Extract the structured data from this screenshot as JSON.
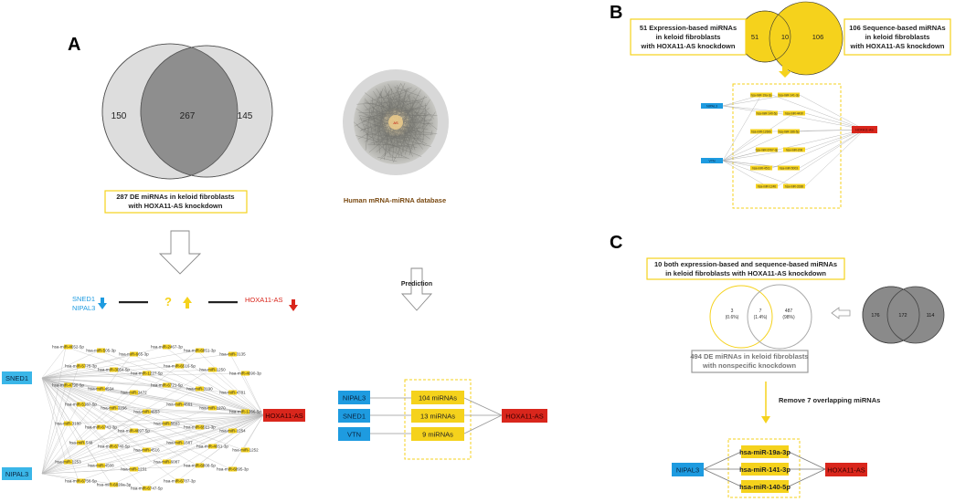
{
  "panels": {
    "a": "A",
    "b": "B",
    "c": "C"
  },
  "colors": {
    "yellow": "#f5d21c",
    "blue": "#1e9be0",
    "red": "#d9261c",
    "gray_light": "#dddddd",
    "gray_dark": "#8a8a8a"
  },
  "panel_a": {
    "venn": {
      "left": "150",
      "overlap": "267",
      "right": "145"
    },
    "de_caption_1": "287 DE miRNAs in keloid fibroblasts",
    "de_caption_2": "with HOXA11-AS knockdown",
    "db_caption": "Human mRNA-miRNA database",
    "db_center_label": "AS",
    "prediction_label": "Prediction",
    "relation": {
      "genes_1": "SNED1",
      "genes_2": "NIPAL3",
      "question": "?",
      "target": "HOXA11-AS"
    },
    "network": {
      "left_nodes": [
        "SNED1",
        "NIPAL3"
      ],
      "right_node": "HOXA11-AS",
      "mirnas": [
        "hsa-miR-4652-5p",
        "hsa-miR-505-3p",
        "hsa-miR-665-3p",
        "hsa-miR-2467-3p",
        "hsa-miR-6851-3p",
        "hsa-miR-3135",
        "hsa-miR-5775-3p",
        "hsa-miR-3064-5p",
        "hsa-miR-1227-5p",
        "hsa-miR-6516-5p",
        "hsa-miR-1250",
        "hsa-miR-4690-3p",
        "hsa-miR-4790-5p",
        "hsa-miR-4534",
        "hsa-miR-3472",
        "hsa-miR-6721-5p",
        "hsa-miR-3190",
        "hsa-miR-4781",
        "hsa-miR-5187-5p",
        "hsa-miR-3156",
        "hsa-miR-4653",
        "hsa-miR-4661",
        "hsa-miR-1270",
        "hsa-miR-1266-5p",
        "hsa-miR-3180",
        "hsa-miR-6741-3p",
        "hsa-miR-4697-5p",
        "hsa-miR-5693",
        "hsa-miR-6511-3p",
        "hsa-miR-1254",
        "hsa-miR-548",
        "hsa-miR-6740-5p",
        "hsa-miR-4516",
        "hsa-miR-1587",
        "hsa-miR-4651-3p",
        "hsa-miR-1252",
        "hsa-miR-1253",
        "hsa-miR-4508",
        "hsa-miR-1231",
        "hsa-miR-6087",
        "hsa-miR-6808-5p",
        "hsa-miR-6895-3p",
        "hsa-miR-6756-5p",
        "hsa-miR-6820a-3p",
        "hsa-miR-6747-5p",
        "hsa-miR-6787-3p"
      ]
    },
    "prediction": {
      "genes": [
        "NIPAL3",
        "SNED1",
        "VTN"
      ],
      "counts": [
        "104 miRNAs",
        "13 miRNAs",
        "9 miRNAs"
      ],
      "target": "HOXA11-AS"
    }
  },
  "panel_b": {
    "venn": {
      "left": "51",
      "overlap": "10",
      "right": "106"
    },
    "left_caption": [
      "51 Expression-based miRNAs",
      "in keloid fibroblasts",
      "with HOXA11-AS knockdown"
    ],
    "right_caption": [
      "106 Sequence-based miRNAs",
      "in keloid fibroblasts",
      "with HOXA11-AS knockdown"
    ],
    "network": {
      "left_nodes": [
        "NIPAL3",
        "VTN"
      ],
      "right_node": "HOXA11-AS",
      "mirnas": [
        "hsa-miR-19a-3p",
        "hsa-miR-141-3p",
        "hsa-miR-140-5p",
        "hsa-miR-4430",
        "hsa-miR-1260b",
        "hsa-miR-186-5p",
        "hsa-miR-6767-3p",
        "hsa-miR-206",
        "hsa-miR-4511",
        "hsa-miR-5003",
        "hsa-miR-1246",
        "hsa-miR-3188"
      ]
    }
  },
  "panel_c": {
    "top_caption_1": "10 both expression-based and sequence-based miRNAs",
    "top_caption_2": "in keloid fibroblasts with HOXA11-AS knockdown",
    "venn_small": {
      "left": "3",
      "left_pct": "(0.6%)",
      "overlap": "7",
      "overlap_pct": "(1.4%)",
      "right": "487",
      "right_pct": "(98%)"
    },
    "venn_dark": {
      "left": "176",
      "overlap": "172",
      "right": "114"
    },
    "bottom_caption_1": "494 DE miRNAs in keloid fibroblasts",
    "bottom_caption_2": "with nonspecific knockdown",
    "remove_label": "Remove 7 overlapping miRNAs",
    "final": {
      "left": "NIPAL3",
      "mirnas": [
        "hsa-miR-19a-3p",
        "hsa-miR-141-3p",
        "hsa-miR-140-5p"
      ],
      "right": "HOXA11-AS"
    }
  }
}
